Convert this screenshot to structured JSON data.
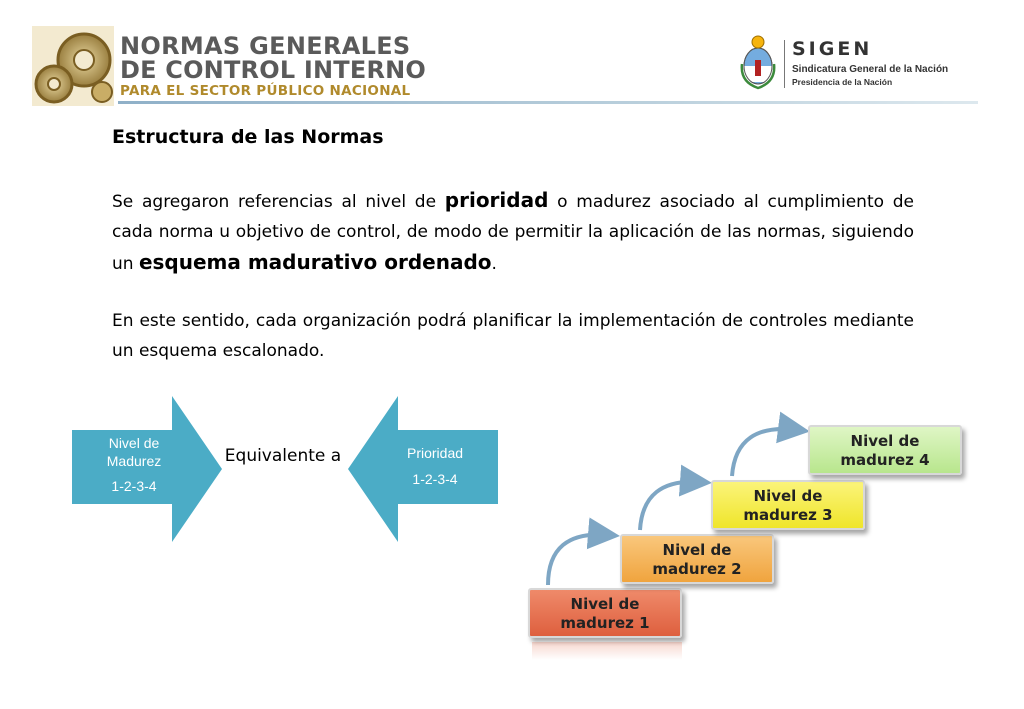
{
  "header": {
    "logo_line1": "NORMAS GENERALES",
    "logo_line2": "DE CONTROL INTERNO",
    "logo_line3": "PARA EL SECTOR PÚBLICO NACIONAL",
    "org_name": "SIGEN",
    "org_full": "Sindicatura General de la Nación",
    "org_parent": "Presidencia de la Nación"
  },
  "content": {
    "title": "Estructura de las Normas",
    "p1_part1": "Se agregaron referencias al nivel de ",
    "p1_bold1": "prioridad",
    "p1_part2": " o madurez asociado al cumplimiento de cada norma u objetivo de control, de modo de permitir la aplicación de las normas, siguiendo un ",
    "p1_bold2": "esquema madurativo ordenado",
    "p1_part3": ".",
    "p2": "En este sentido, cada organización podrá planificar la implementación de controles mediante un esquema escalonado."
  },
  "diagram": {
    "left_label1": "Nivel de",
    "left_label2": "Madurez",
    "left_values": "1-2-3-4",
    "center_text": "Equivalente a",
    "right_label": "Prioridad",
    "right_values": "1-2-3-4",
    "arrow_color": "#4bacc6"
  },
  "stairs": {
    "step1_line1": "Nivel de",
    "step1_line2": "madurez 1",
    "step2_line1": "Nivel de",
    "step2_line2": "madurez 2",
    "step3_line1": "Nivel de",
    "step3_line2": "madurez 3",
    "step4_line1": "Nivel de",
    "step4_line2": "madurez 4"
  }
}
